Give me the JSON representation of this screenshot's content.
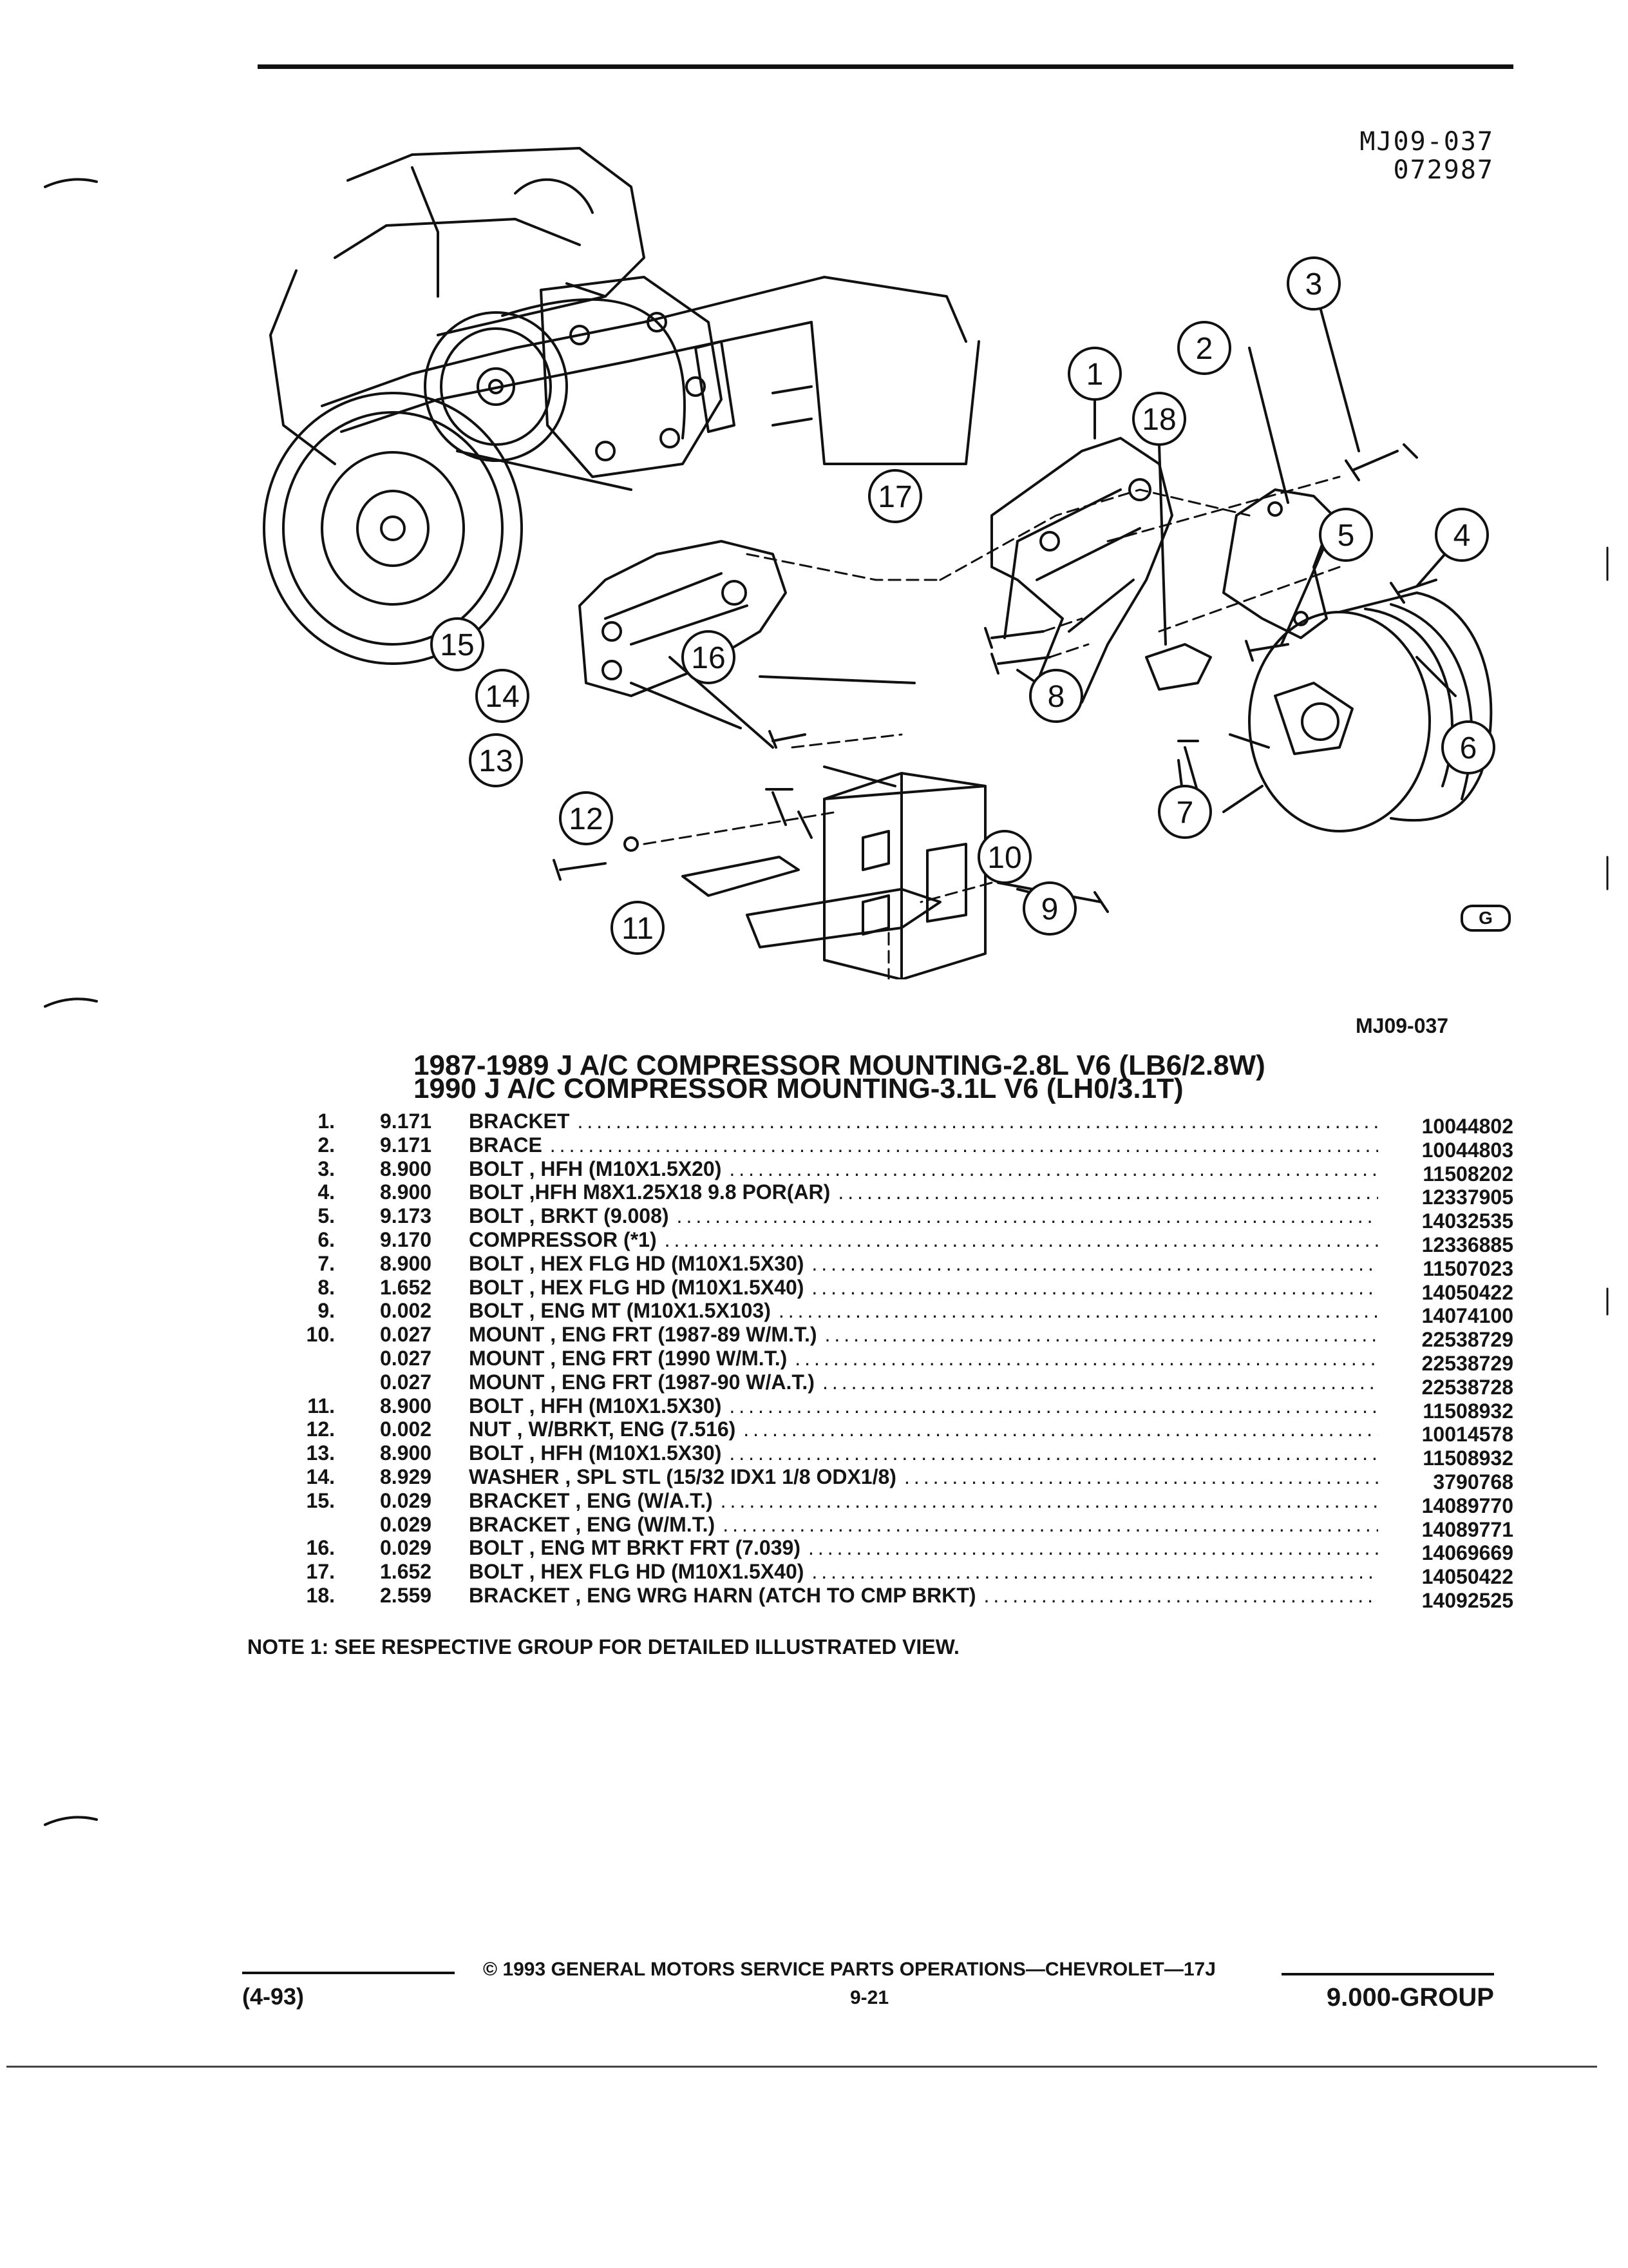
{
  "figure": {
    "id": "MJ09-037",
    "date": "072987",
    "ref": "MJ09-037",
    "mark": "G",
    "callouts": [
      "1",
      "2",
      "3",
      "4",
      "5",
      "6",
      "7",
      "8",
      "9",
      "10",
      "11",
      "12",
      "13",
      "14",
      "15",
      "16",
      "17",
      "18"
    ]
  },
  "title": {
    "line1": "1987-1989 J A/C COMPRESSOR MOUNTING-2.8L V6 (LB6/2.8W)",
    "line2": "1990 J A/C COMPRESSOR MOUNTING-3.1L V6 (LH0/3.1T)"
  },
  "parts": [
    {
      "num": "1.",
      "group": "9.171",
      "desc": "BRACKET",
      "pn": "10044802"
    },
    {
      "num": "2.",
      "group": "9.171",
      "desc": "BRACE",
      "pn": "10044803"
    },
    {
      "num": "3.",
      "group": "8.900",
      "desc": "BOLT , HFH (M10X1.5X20)",
      "pn": "11508202"
    },
    {
      "num": "4.",
      "group": "8.900",
      "desc": "BOLT ,HFH M8X1.25X18 9.8 POR(AR)",
      "pn": "12337905"
    },
    {
      "num": "5.",
      "group": "9.173",
      "desc": "BOLT , BRKT (9.008)",
      "pn": "14032535"
    },
    {
      "num": "6.",
      "group": "9.170",
      "desc": "COMPRESSOR (*1)",
      "pn": "12336885"
    },
    {
      "num": "7.",
      "group": "8.900",
      "desc": "BOLT , HEX FLG HD (M10X1.5X30)",
      "pn": "11507023"
    },
    {
      "num": "8.",
      "group": "1.652",
      "desc": "BOLT , HEX FLG HD (M10X1.5X40)",
      "pn": "14050422"
    },
    {
      "num": "9.",
      "group": "0.002",
      "desc": "BOLT , ENG MT (M10X1.5X103)",
      "pn": "14074100"
    },
    {
      "num": "10.",
      "group": "0.027",
      "desc": "MOUNT , ENG FRT (1987-89 W/M.T.)",
      "pn": "22538729"
    },
    {
      "num": "",
      "group": "0.027",
      "desc": "MOUNT , ENG FRT (1990 W/M.T.)",
      "pn": "22538729"
    },
    {
      "num": "",
      "group": "0.027",
      "desc": "MOUNT , ENG FRT (1987-90 W/A.T.)",
      "pn": "22538728"
    },
    {
      "num": "11.",
      "group": "8.900",
      "desc": "BOLT , HFH (M10X1.5X30)",
      "pn": "11508932"
    },
    {
      "num": "12.",
      "group": "0.002",
      "desc": "NUT , W/BRKT, ENG (7.516)",
      "pn": "10014578"
    },
    {
      "num": "13.",
      "group": "8.900",
      "desc": "BOLT , HFH (M10X1.5X30)",
      "pn": "11508932"
    },
    {
      "num": "14.",
      "group": "8.929",
      "desc": "WASHER , SPL STL (15/32 IDX1 1/8 ODX1/8)",
      "pn": "3790768"
    },
    {
      "num": "15.",
      "group": "0.029",
      "desc": "BRACKET , ENG (W/A.T.)",
      "pn": "14089770"
    },
    {
      "num": "",
      "group": "0.029",
      "desc": "BRACKET , ENG (W/M.T.)",
      "pn": "14089771"
    },
    {
      "num": "16.",
      "group": "0.029",
      "desc": "BOLT , ENG MT BRKT FRT (7.039)",
      "pn": "14069669"
    },
    {
      "num": "17.",
      "group": "1.652",
      "desc": "BOLT , HEX FLG HD (M10X1.5X40)",
      "pn": "14050422"
    },
    {
      "num": "18.",
      "group": "2.559",
      "desc": "BRACKET , ENG WRG HARN (ATCH TO CMP BRKT)",
      "pn": "14092525"
    }
  ],
  "note": "NOTE  1:  SEE RESPECTIVE GROUP FOR DETAILED ILLUSTRATED VIEW.",
  "footer": {
    "copyright": "©  1993  GENERAL MOTORS SERVICE PARTS OPERATIONS—CHEVROLET—17J",
    "date": "(4-93)",
    "page": "9-21",
    "group": "9.000-GROUP"
  }
}
